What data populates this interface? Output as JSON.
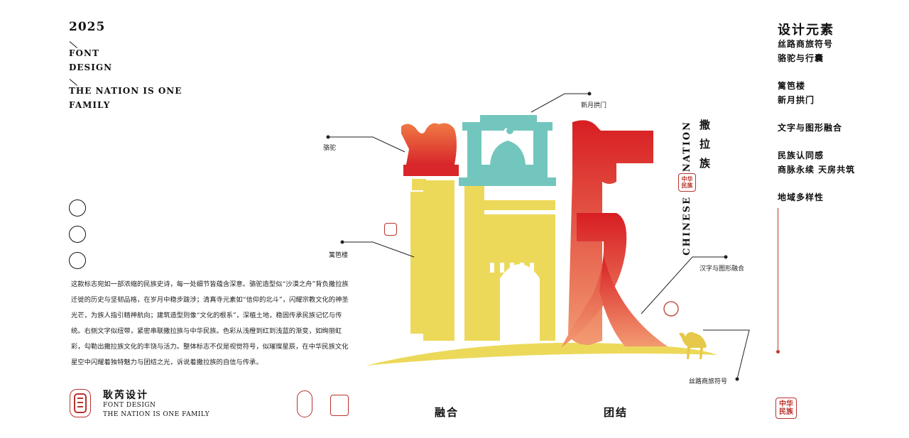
{
  "header": {
    "year": "2025",
    "line1": "FONT",
    "line2": "DESIGN",
    "line3": "THE NATION IS ONE",
    "line4": "FAMILY"
  },
  "description": "这款标志宛如一部浓缩的民族史诗，每一处细节皆蕴含深意。骆驼造型似“沙漠之舟”背负撒拉族迁徙的历史与坚韧品格，在岁月中稳步跋涉；清真寺元素如“信仰的北斗”，闪耀宗教文化的神圣光芒，为族人指引精神航向；建筑造型则像“文化的根系”，深植土地，稳固传承民族记忆与传统。右侧文字似纽带，紧密串联撒拉族与中华民族。色彩从浅橙到红到浅蓝的渐变，如绚丽虹彩，勾勒出撒拉族文化的丰饶与活力。整体标志不仅是视觉符号，似璀璨星辰，在中华民族文化星空中闪耀着独特魅力与团结之光，诉说着撒拉族的自信与传承。",
  "brand": {
    "title": "耿芮设计",
    "sub1": "FONT DESIGN",
    "sub2": "THE NATION IS ONE FAMILY"
  },
  "bottom": {
    "word1": "融合",
    "word2": "团结"
  },
  "callouts": {
    "camel": "骆驼",
    "moon_arch": "新月拱门",
    "fence_building": "篱笆楼",
    "fusion": "汉字与图形融合",
    "silk_road": "丝路商旅符号"
  },
  "vertical": {
    "ethnic": "撒拉族",
    "en1": "NATION",
    "en2": "CHINESE"
  },
  "seal": {
    "c1": "华",
    "c2": "中",
    "c3": "族",
    "c4": "民"
  },
  "right_panel": {
    "heading": "设计元素",
    "items": [
      "丝路商旅符号",
      "骆驼与行囊",
      "篱笆楼",
      "新月拱门",
      "文字与图形融合",
      "民族认同感",
      "商脉永续 天房共筑",
      "地域多样性"
    ]
  },
  "colors": {
    "red": "#d92a2a",
    "orange": "#ef7b55",
    "teal": "#72c6bd",
    "yellow": "#ecd95a",
    "seal": "#b8322c"
  }
}
